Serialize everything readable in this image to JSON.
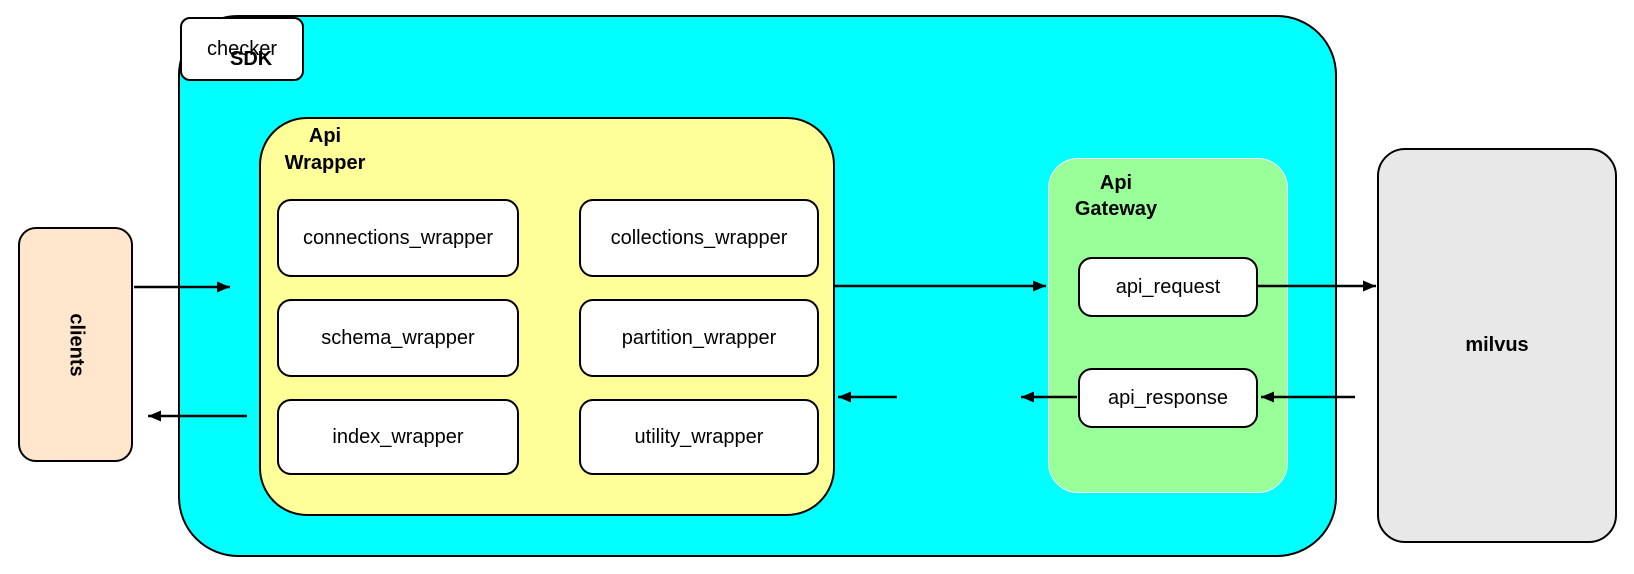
{
  "diagram": {
    "background": "#FFFFFF",
    "clients": {
      "label": "clients",
      "fill": "#FFE6CC"
    },
    "sdk": {
      "label": "SDK",
      "fill": "#00FFFF",
      "api_wrapper": {
        "label": [
          "Api",
          "Wrapper"
        ],
        "fill": "#FFFF99",
        "modules": [
          "connections_wrapper",
          "collections_wrapper",
          "schema_wrapper",
          "partition_wrapper",
          "index_wrapper",
          "utility_wrapper"
        ]
      },
      "checker": {
        "label": "checker",
        "fill": "#FFFFFF"
      },
      "api_gateway": {
        "label": [
          "Api",
          "Gateway"
        ],
        "fill": "#99FF99",
        "modules": [
          "api_request",
          "api_response"
        ]
      }
    },
    "milvus": {
      "label": "milvus",
      "fill": "#E8E8E8"
    },
    "arrows": [
      {
        "from": "clients",
        "to": "sdk"
      },
      {
        "from": "api_wrapper",
        "to": "api_gateway"
      },
      {
        "from": "api_request",
        "to": "milvus"
      },
      {
        "from": "milvus",
        "to": "api_response"
      },
      {
        "from": "api_response",
        "to": "checker"
      },
      {
        "from": "checker",
        "to": "api_wrapper"
      },
      {
        "from": "api_wrapper",
        "to": "clients"
      }
    ]
  }
}
